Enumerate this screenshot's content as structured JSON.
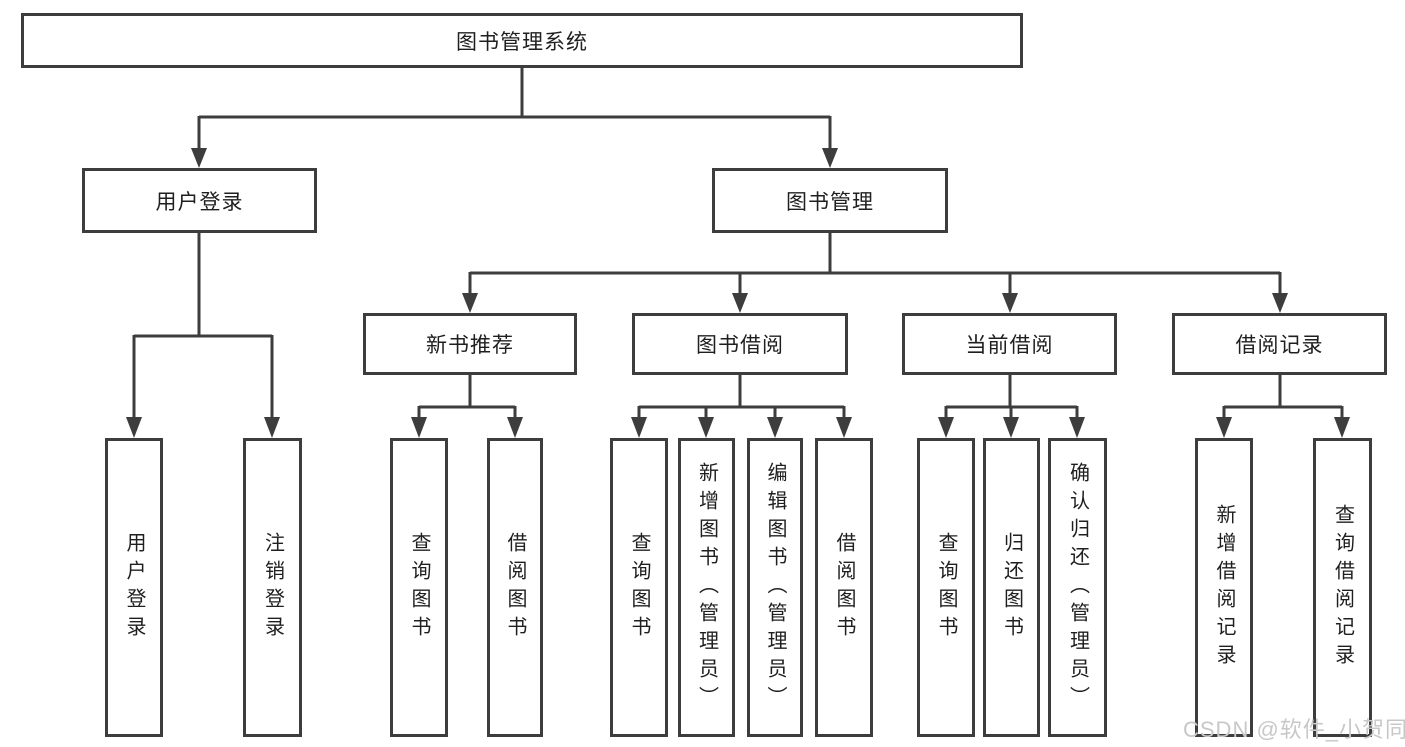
{
  "tree": {
    "root": "图书管理系统",
    "user_login": {
      "label": "用户登录",
      "children": [
        "用户登录",
        "注销登录"
      ]
    },
    "book_mgmt": {
      "label": "图书管理",
      "sections": [
        {
          "label": "新书推荐",
          "children": [
            "查询图书",
            "借阅图书"
          ]
        },
        {
          "label": "图书借阅",
          "children": [
            "查询图书",
            "新增图书（管理员）",
            "编辑图书（管理员）",
            "借阅图书"
          ]
        },
        {
          "label": "当前借阅",
          "children": [
            "查询图书",
            "归还图书",
            "确认归还（管理员）"
          ]
        },
        {
          "label": "借阅记录",
          "children": [
            "新增借阅记录",
            "查询借阅记录"
          ]
        }
      ]
    }
  },
  "watermark": "CSDN @软件_小贺同学",
  "colors": {
    "line": "#3d3d3d",
    "text": "#1f1f1f",
    "watermark": "#c8c8c8",
    "background": "#ffffff"
  }
}
